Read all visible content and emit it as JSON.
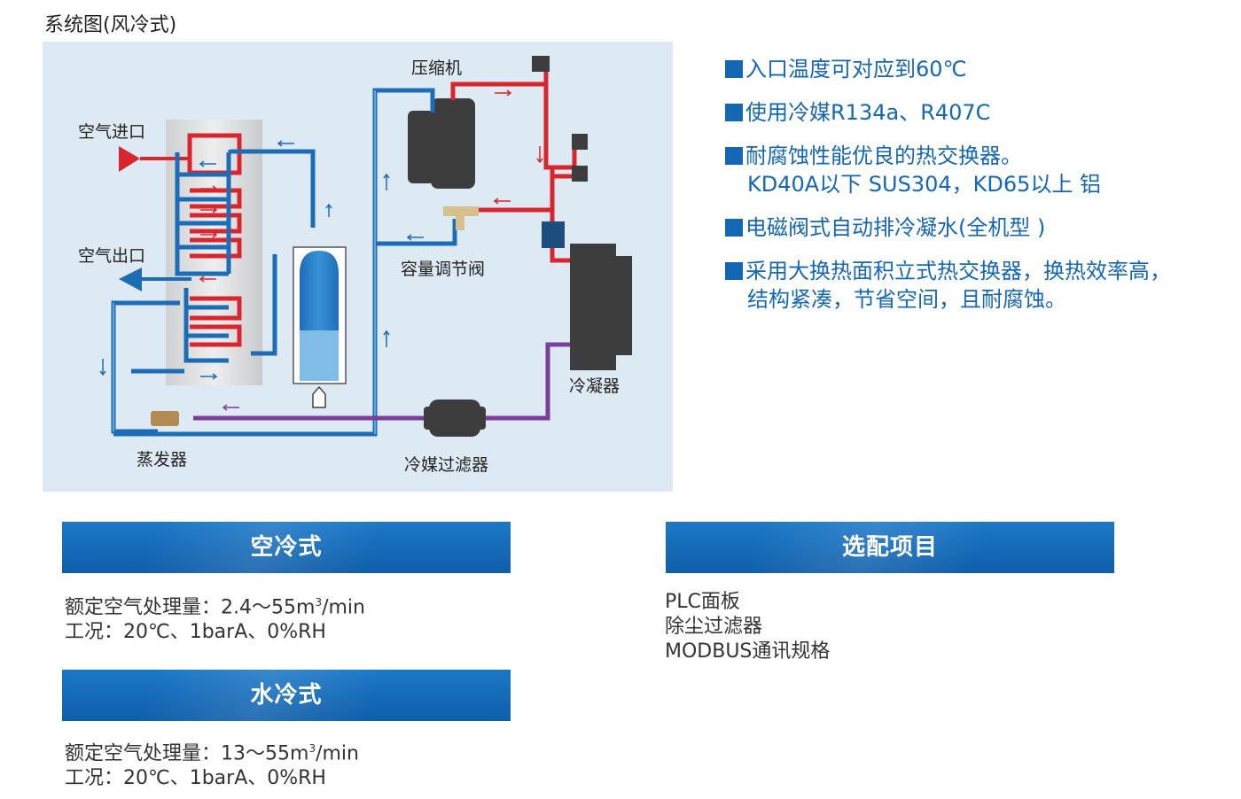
{
  "section_title": "系统图(风冷式)",
  "diagram": {
    "labels": {
      "air_in": "空气进口",
      "air_out": "空气出口",
      "compressor": "压缩机",
      "capacity_valve": "容量调节阀",
      "condenser": "冷凝器",
      "evaporator": "蒸发器",
      "refrigerant_filter": "冷媒过滤器"
    },
    "colors": {
      "hot_line": "#d9262e",
      "cold_line": "#1c6db5",
      "liquid_line": "#7b3f98",
      "equipment": "#3d3d3d",
      "background": "#dde9f3"
    }
  },
  "features": [
    {
      "lines": [
        "入口温度可对应到60℃"
      ]
    },
    {
      "lines": [
        "使用冷媒R134a、R407C"
      ]
    },
    {
      "lines": [
        "耐腐蚀性能优良的热交换器。",
        "KD40A以下 SUS304，KD65以上 铝"
      ]
    },
    {
      "lines": [
        "电磁阀式自动排冷凝水(全机型 )"
      ]
    },
    {
      "lines": [
        "采用大换热面积立式热交换器，换热效率高，",
        "结构紧凑，节省空间，且耐腐蚀。"
      ]
    }
  ],
  "air_cooled": {
    "title": "空冷式",
    "capacity_label": "额定空气处理量：",
    "capacity_value": "2.4～55m",
    "capacity_sup": "3",
    "capacity_unit": "/min",
    "conditions": "工况：20℃、1barA、0%RH"
  },
  "water_cooled": {
    "title": "水冷式",
    "capacity_label": "额定空气处理量：",
    "capacity_value": "13～55m",
    "capacity_sup": "3",
    "capacity_unit": "/min",
    "conditions": "工况：20℃、1barA、0%RH"
  },
  "options": {
    "title": "选配项目",
    "items": [
      "PLC面板",
      "除尘过滤器",
      "MODBUS通讯规格"
    ]
  }
}
